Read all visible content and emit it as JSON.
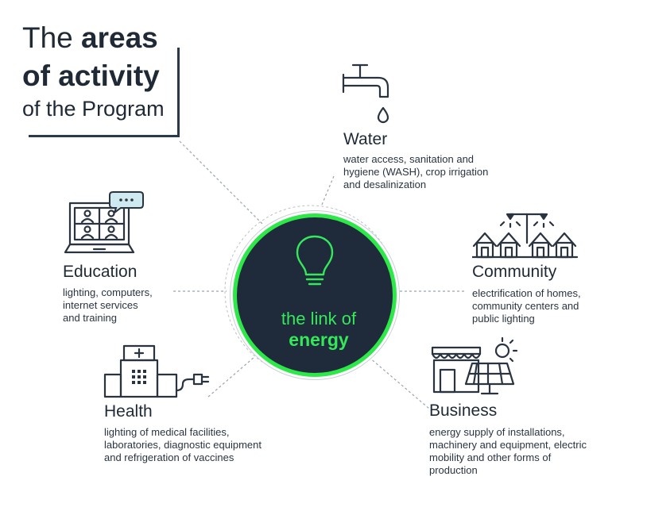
{
  "title": {
    "line1_normal": "The ",
    "line1_bold": "areas",
    "line2": "of activity",
    "line3": "of the Program"
  },
  "hub": {
    "line1": "the link of",
    "line2": "energy",
    "accent_color": "#2ee84a",
    "fill_color": "#1f2b3a"
  },
  "areas": {
    "water": {
      "label": "Water",
      "desc": [
        "water access, sanitation and",
        "hygiene (WASH), crop irrigation",
        "and desalinization"
      ],
      "icon": "faucet-icon"
    },
    "community": {
      "label": "Community",
      "desc": [
        "electrification of homes,",
        "community centers and",
        "public lighting"
      ],
      "icon": "houses-streetlight-icon"
    },
    "business": {
      "label": "Business",
      "desc": [
        "energy supply of installations,",
        "machinery and equipment, electric",
        "mobility and other forms of",
        "production"
      ],
      "icon": "shop-solar-panel-icon"
    },
    "health": {
      "label": "Health",
      "desc": [
        "lighting of medical facilities,",
        "laboratories, diagnostic equipment",
        "and refrigeration of vaccines"
      ],
      "icon": "hospital-plug-icon"
    },
    "education": {
      "label": "Education",
      "desc": [
        "lighting, computers,",
        "internet services",
        "and training"
      ],
      "icon": "laptop-video-call-icon"
    }
  }
}
